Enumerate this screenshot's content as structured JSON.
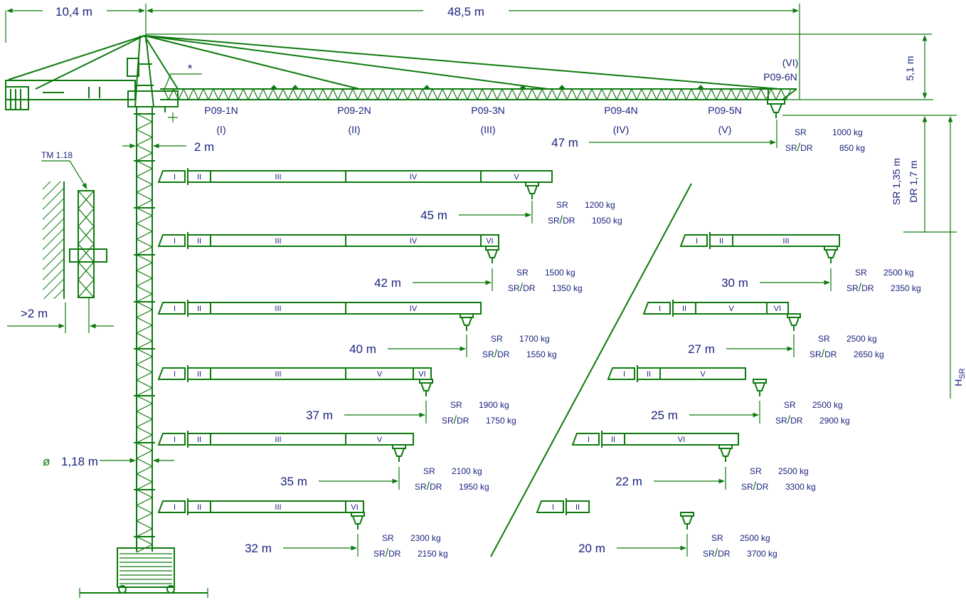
{
  "dimensions": {
    "counter_jib": "10,4 m",
    "max_jib": "48,5 m",
    "head_height": "5,1 m",
    "tip_reach": "47 m",
    "tower_offset": "2 m",
    "wall_clearance": ">2 m",
    "mast_width": "1,18 m",
    "sr_height": "SR 1,35 m",
    "dr_height": "DR 1,7 m",
    "hook_height": "H",
    "hook_height_sub": "SR"
  },
  "labels": {
    "asterisk": "*",
    "tie_mast": "TM 1.18",
    "sections": [
      {
        "code": "P09-1N",
        "roman": "(I)"
      },
      {
        "code": "P09-2N",
        "roman": "(II)"
      },
      {
        "code": "P09-3N",
        "roman": "(III)"
      },
      {
        "code": "P09-4N",
        "roman": "(IV)"
      },
      {
        "code": "P09-5N",
        "roman": "(V)"
      },
      {
        "code": "P09-6N",
        "roman": "(VI)"
      }
    ],
    "sr": "SR",
    "sr_dr_a": "SR",
    "slash": "/",
    "sr_dr_b": "DR"
  },
  "main_tip": {
    "sr_load": "1000 kg",
    "srdr_load": "850 kg"
  },
  "configs": [
    {
      "reach": "45 m",
      "sr_load": "1200 kg",
      "srdr_load": "1050 kg",
      "segments": [
        "I",
        "II",
        "III",
        "IV",
        "V"
      ]
    },
    {
      "reach": "42 m",
      "sr_load": "1500 kg",
      "srdr_load": "1350 kg",
      "segments": [
        "I",
        "II",
        "III",
        "IV",
        "VI"
      ]
    },
    {
      "reach": "40 m",
      "sr_load": "1700 kg",
      "srdr_load": "1550 kg",
      "segments": [
        "I",
        "II",
        "III",
        "IV"
      ]
    },
    {
      "reach": "37 m",
      "sr_load": "1900 kg",
      "srdr_load": "1750 kg",
      "segments": [
        "I",
        "II",
        "III",
        "V",
        "VI"
      ]
    },
    {
      "reach": "35 m",
      "sr_load": "2100 kg",
      "srdr_load": "1950 kg",
      "segments": [
        "I",
        "II",
        "III",
        "V"
      ]
    },
    {
      "reach": "32 m",
      "sr_load": "2300 kg",
      "srdr_load": "2150 kg",
      "segments": [
        "I",
        "II",
        "III",
        "VI"
      ]
    },
    {
      "reach": "30 m",
      "sr_load": "2500 kg",
      "srdr_load": "2350 kg",
      "segments": [
        "I",
        "II",
        "III"
      ]
    },
    {
      "reach": "27 m",
      "sr_load": "2500 kg",
      "srdr_load": "2650 kg",
      "segments": [
        "I",
        "II",
        "V",
        "VI"
      ]
    },
    {
      "reach": "25 m",
      "sr_load": "2500 kg",
      "srdr_load": "2900 kg",
      "segments": [
        "I",
        "II",
        "V"
      ]
    },
    {
      "reach": "22 m",
      "sr_load": "2500 kg",
      "srdr_load": "3300 kg",
      "segments": [
        "I",
        "II",
        "VI"
      ]
    },
    {
      "reach": "20 m",
      "sr_load": "2500 kg",
      "srdr_load": "3700 kg",
      "segments": [
        "I",
        "II"
      ]
    }
  ]
}
